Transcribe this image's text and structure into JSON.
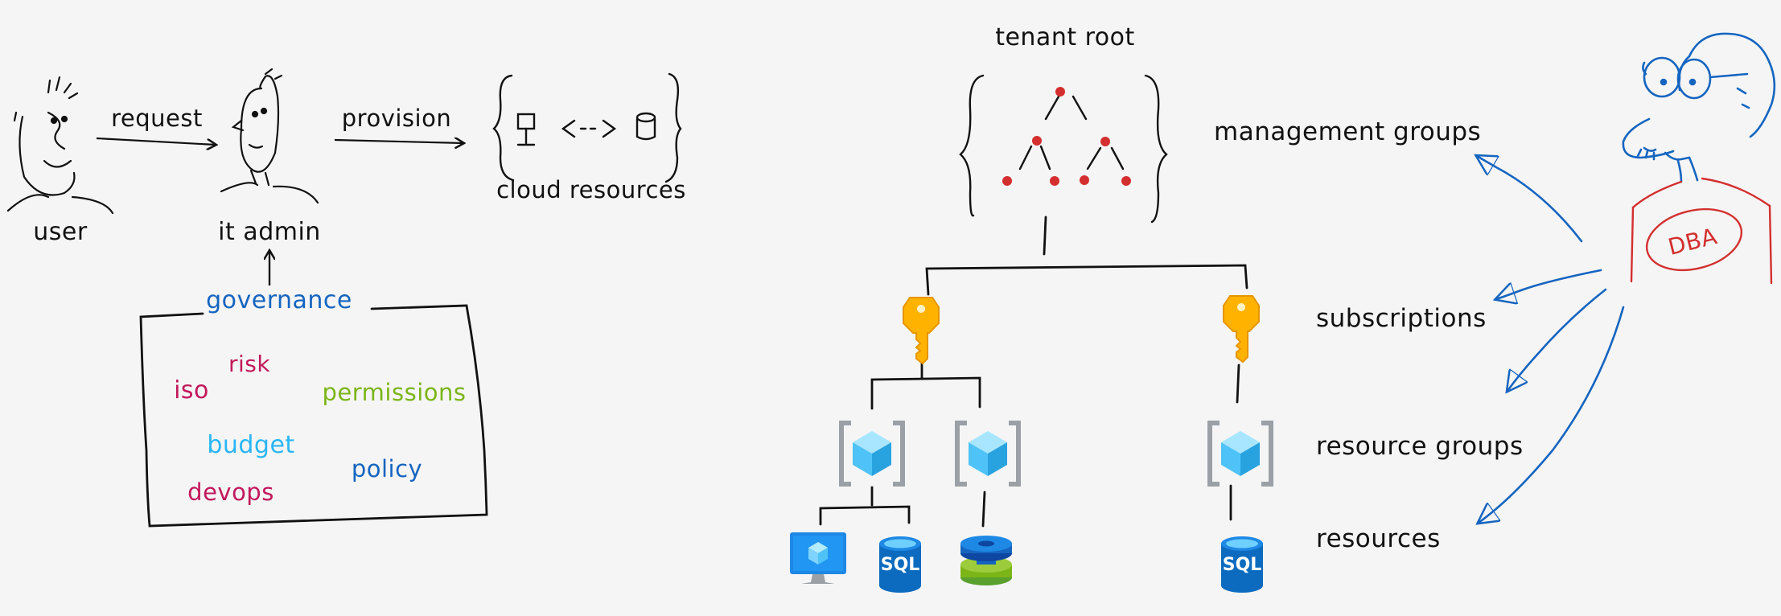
{
  "left": {
    "user_label": "user",
    "admin_label": "it admin",
    "request_label": "request",
    "provision_label": "provision",
    "cloud_label": "cloud resources",
    "governance_title": "governance",
    "governance_items": [
      {
        "text": "risk",
        "color": "#c2185b"
      },
      {
        "text": "iso",
        "color": "#c2185b"
      },
      {
        "text": "permissions",
        "color": "#7cb518"
      },
      {
        "text": "budget",
        "color": "#29b6f6"
      },
      {
        "text": "policy",
        "color": "#1565c0"
      },
      {
        "text": "devops",
        "color": "#c2185b"
      }
    ]
  },
  "right": {
    "tenant_root_label": "tenant root",
    "levels": {
      "management_groups": "management groups",
      "subscriptions": "subscriptions",
      "resource_groups": "resource groups",
      "resources": "resources"
    },
    "dba_badge": "DBA",
    "resources": {
      "sql_label_1": "SQL",
      "sql_label_2": "SQL"
    }
  },
  "colors": {
    "ink": "#111111",
    "blue": "#1565c0",
    "red": "#d32f2f",
    "key": "#f9a825",
    "cube": "#4fc3f7",
    "sql_blue": "#0d6bbf"
  }
}
